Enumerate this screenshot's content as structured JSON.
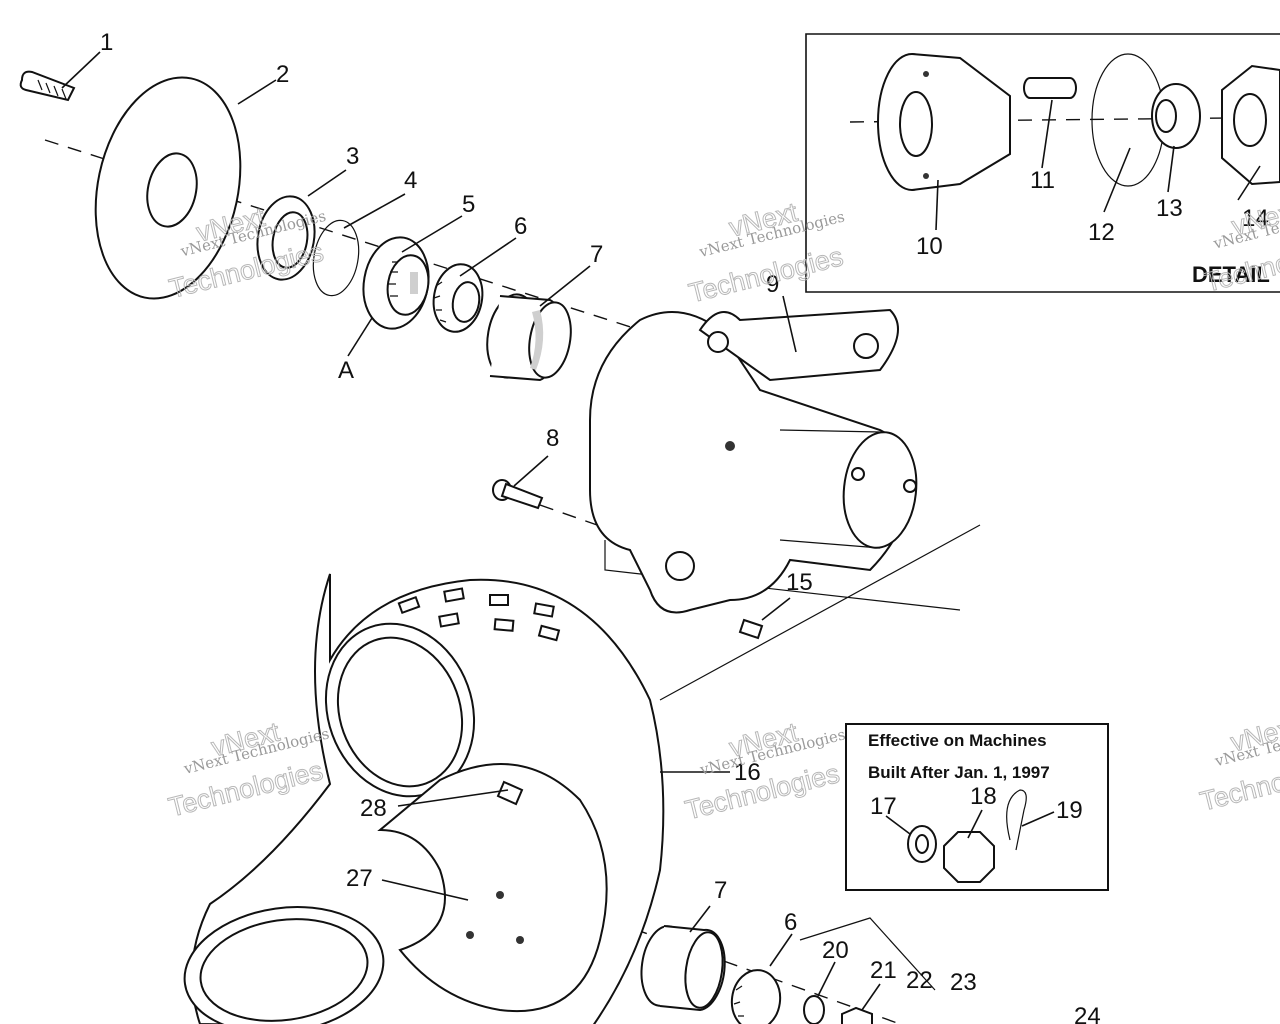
{
  "callouts": {
    "c1": "1",
    "c2": "2",
    "c3": "3",
    "c4": "4",
    "c5": "5",
    "c6": "6",
    "c7": "7",
    "c8": "8",
    "c9": "9",
    "c10": "10",
    "c11": "11",
    "c12": "12",
    "c13": "13",
    "c14": "14",
    "c15": "15",
    "c16": "16",
    "c17": "17",
    "c18": "18",
    "c19": "19",
    "c20": "20",
    "c21": "21",
    "c22": "22",
    "c23": "23",
    "c24": "24",
    "c27": "27",
    "c28": "28",
    "cA": "A",
    "c6b": "6",
    "c7b": "7"
  },
  "detail_label": "DETAIL",
  "note": {
    "line1": "Effective on Machines",
    "line2": "Built After Jan. 1, 1997"
  },
  "watermark": {
    "company": "vNext Technologies",
    "brand_top": "vNext",
    "brand_bottom": "Technologies"
  }
}
